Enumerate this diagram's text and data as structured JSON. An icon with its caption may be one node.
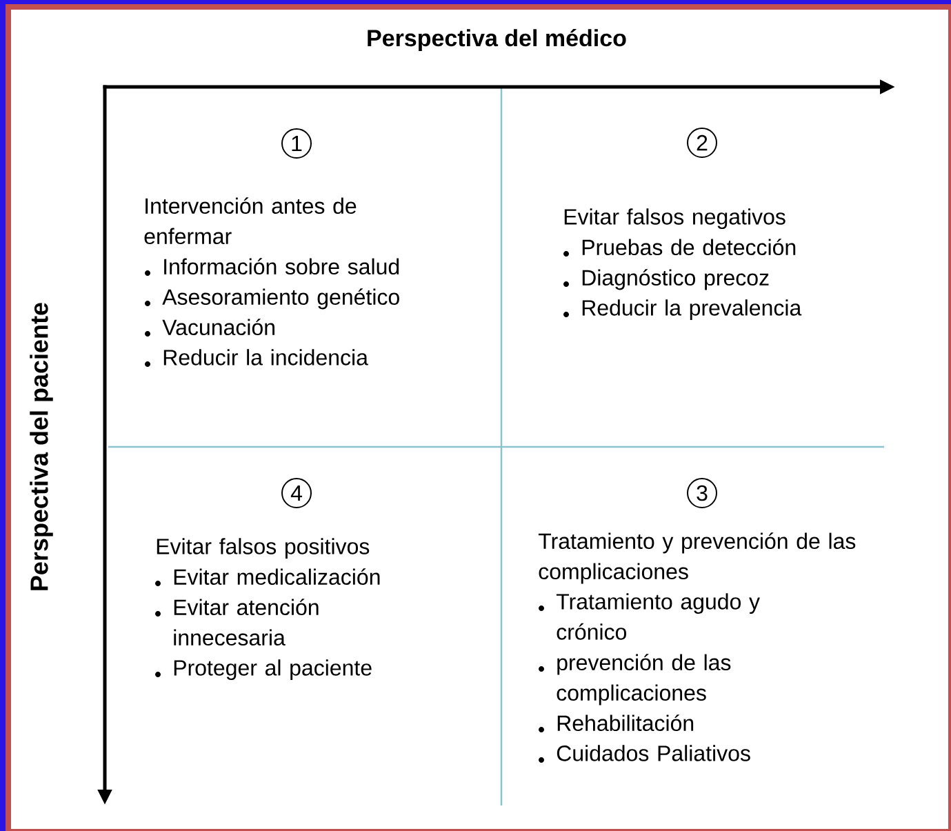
{
  "diagram": {
    "labels": [
      "Perspectiva del médico",
      "Perspectiva del paciente",
      "1",
      "Intervención antes de enfermar",
      "Información sobre salud",
      "Asesoramiento genético",
      "Vacunación",
      "Reducir la incidencia",
      "2",
      "Evitar falsos negativos",
      "Pruebas de detección",
      "Diagnóstico precoz",
      "Reducir la prevalencia",
      "4",
      "Evitar falsos positivos",
      "Evitar medicalización",
      "Evitar atención innecesaria",
      "Proteger al paciente",
      "3",
      "Tratamiento y prevención de las complicaciones",
      "Tratamiento agudo y crónico",
      "prevención de las complicaciones",
      "Rehabilitación",
      "Cuidados Paliativos"
    ]
  }
}
